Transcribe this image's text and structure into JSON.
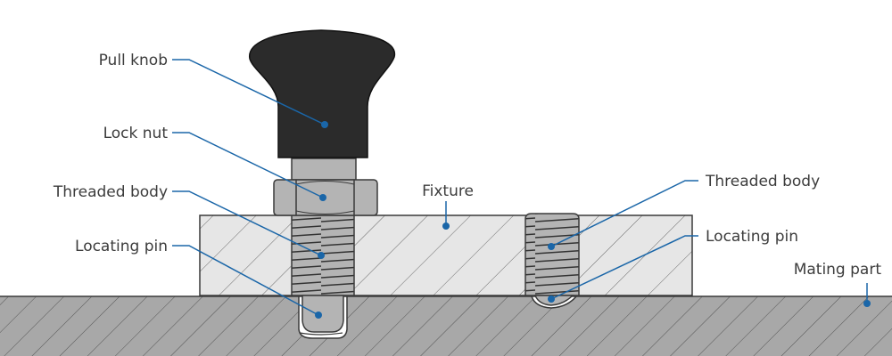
{
  "diagram": {
    "labels": {
      "pull_knob": "Pull knob",
      "lock_nut": "Lock nut",
      "threaded_body_left": "Threaded body",
      "locating_pin_left": "Locating pin",
      "fixture": "Fixture",
      "threaded_body_right": "Threaded body",
      "locating_pin_right": "Locating pin",
      "mating_part": "Mating part"
    },
    "colors": {
      "leader": "#1a66a8",
      "knob": "#2b2b2b",
      "metal": "#b4b4b4",
      "fixture": "#e6e6e6",
      "mating_part": "#a8a8a8",
      "outline": "#3a3a3a",
      "text": "#3c3c3c"
    }
  }
}
